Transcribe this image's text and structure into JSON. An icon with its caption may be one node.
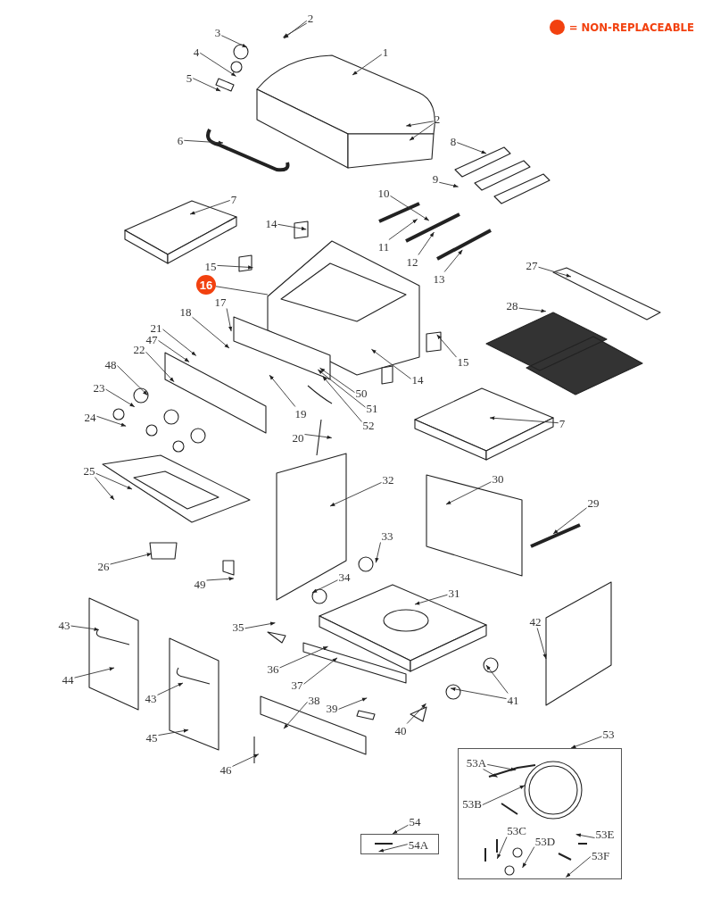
{
  "diagram": {
    "nodes": [
      {
        "text": [
          "2"
        ]
      },
      {
        "text": [
          "3"
        ]
      },
      {
        "text": [
          "1"
        ]
      },
      {
        "text": [
          "4"
        ]
      },
      {
        "text": [
          "5"
        ]
      },
      {
        "text": [
          "2"
        ]
      },
      {
        "text": [
          "6"
        ]
      },
      {
        "text": [
          "8"
        ]
      },
      {
        "text": [
          "9"
        ]
      },
      {
        "text": [
          "10"
        ]
      },
      {
        "text": [
          "7"
        ]
      },
      {
        "text": [
          "14"
        ]
      },
      {
        "text": [
          "11"
        ]
      },
      {
        "text": [
          "12"
        ]
      },
      {
        "text": [
          "27"
        ]
      },
      {
        "text": [
          "15"
        ]
      },
      {
        "text": [
          "13"
        ]
      },
      {
        "text": [
          "16"
        ]
      },
      {
        "text": [
          "17"
        ]
      },
      {
        "text": [
          "28"
        ]
      },
      {
        "text": [
          "18"
        ]
      },
      {
        "text": [
          "21"
        ]
      },
      {
        "text": [
          "47"
        ]
      },
      {
        "text": [
          "15"
        ]
      },
      {
        "text": [
          "22"
        ]
      },
      {
        "text": [
          "48"
        ]
      },
      {
        "text": [
          "14"
        ]
      },
      {
        "text": [
          "23"
        ]
      },
      {
        "text": [
          "50"
        ]
      },
      {
        "text": [
          "19"
        ]
      },
      {
        "text": [
          "51"
        ]
      },
      {
        "text": [
          "24"
        ]
      },
      {
        "text": [
          "52"
        ]
      },
      {
        "text": [
          "7"
        ]
      },
      {
        "text": [
          "20"
        ]
      },
      {
        "text": [
          "25"
        ]
      },
      {
        "text": [
          "32"
        ]
      },
      {
        "text": [
          "30"
        ]
      },
      {
        "text": [
          "29"
        ]
      },
      {
        "text": [
          "33"
        ]
      },
      {
        "text": [
          "26"
        ]
      },
      {
        "text": [
          "34"
        ]
      },
      {
        "text": [
          "49"
        ]
      },
      {
        "text": [
          "31"
        ]
      },
      {
        "text": [
          "42"
        ]
      },
      {
        "text": [
          "43"
        ]
      },
      {
        "text": [
          "35"
        ]
      },
      {
        "text": [
          "36"
        ]
      },
      {
        "text": [
          "44"
        ]
      },
      {
        "text": [
          "41"
        ]
      },
      {
        "text": [
          "43"
        ]
      },
      {
        "text": [
          "37"
        ]
      },
      {
        "text": [
          "38"
        ]
      },
      {
        "text": [
          "39"
        ]
      },
      {
        "text": [
          "40"
        ]
      },
      {
        "text": [
          "45"
        ]
      },
      {
        "text": [
          "53"
        ]
      },
      {
        "text": [
          "46"
        ]
      },
      {
        "text": [],
        "shape": "box"
      },
      {
        "text": [
          "53A"
        ],
        "in": 58
      },
      {
        "text": [
          "53B"
        ],
        "in": 58
      },
      {
        "text": [
          "53C"
        ],
        "in": 58
      },
      {
        "text": [
          "53D"
        ],
        "in": 58
      },
      {
        "text": [
          "53E"
        ],
        "in": 58
      },
      {
        "text": [
          "53F"
        ],
        "in": 58
      },
      {
        "text": [
          "54"
        ]
      },
      {
        "text": [],
        "shape": "box"
      },
      {
        "text": [
          "54A"
        ],
        "in": 66
      }
    ],
    "edges": [
      {
        "from": 0,
        "to": null,
        "arrow": "to"
      },
      {
        "from": 0,
        "to": null,
        "arrow": "to"
      },
      {
        "from": 1,
        "to": null,
        "arrow": "to"
      },
      {
        "from": 2,
        "to": null,
        "arrow": "to"
      },
      {
        "from": 3,
        "to": null,
        "arrow": "to"
      },
      {
        "from": 4,
        "to": null,
        "arrow": "to"
      },
      {
        "from": 5,
        "to": null,
        "arrow": "to"
      },
      {
        "from": 5,
        "to": null,
        "arrow": "to"
      },
      {
        "from": 6,
        "to": null,
        "arrow": "to"
      },
      {
        "from": 7,
        "to": null,
        "arrow": "to"
      },
      {
        "from": 8,
        "to": null,
        "arrow": "to"
      },
      {
        "from": 9,
        "to": null,
        "arrow": "to"
      },
      {
        "from": 10,
        "to": null,
        "arrow": "to"
      },
      {
        "from": 11,
        "to": null,
        "arrow": "to"
      },
      {
        "from": 12,
        "to": null,
        "arrow": "to"
      },
      {
        "from": 13,
        "to": null,
        "arrow": "to"
      },
      {
        "from": 14,
        "to": null,
        "arrow": "to"
      },
      {
        "from": 15,
        "to": null,
        "arrow": "to"
      },
      {
        "from": 16,
        "to": null,
        "arrow": "to"
      },
      {
        "from": 17,
        "to": null,
        "arrow": "none"
      },
      {
        "from": 18,
        "to": null,
        "arrow": "to"
      },
      {
        "from": 19,
        "to": null,
        "arrow": "to"
      },
      {
        "from": 20,
        "to": null,
        "arrow": "to"
      },
      {
        "from": 21,
        "to": null,
        "arrow": "to"
      },
      {
        "from": 22,
        "to": null,
        "arrow": "to"
      },
      {
        "from": 23,
        "to": null,
        "arrow": "to"
      },
      {
        "from": 24,
        "to": null,
        "arrow": "to"
      },
      {
        "from": 25,
        "to": null,
        "arrow": "to"
      },
      {
        "from": 26,
        "to": null,
        "arrow": "to"
      },
      {
        "from": 27,
        "to": null,
        "arrow": "to"
      },
      {
        "from": 28,
        "to": null,
        "arrow": "to"
      },
      {
        "from": 29,
        "to": null,
        "arrow": "to"
      },
      {
        "from": 30,
        "to": null,
        "arrow": "to"
      },
      {
        "from": 31,
        "to": null,
        "arrow": "to"
      },
      {
        "from": 32,
        "to": null,
        "arrow": "to"
      },
      {
        "from": 33,
        "to": null,
        "arrow": "to"
      },
      {
        "from": 34,
        "to": null,
        "arrow": "to"
      },
      {
        "from": 35,
        "to": null,
        "arrow": "to"
      },
      {
        "from": 35,
        "to": null,
        "arrow": "to"
      },
      {
        "from": 36,
        "to": null,
        "arrow": "to"
      },
      {
        "from": 37,
        "to": null,
        "arrow": "to"
      },
      {
        "from": 38,
        "to": null,
        "arrow": "to"
      },
      {
        "from": 39,
        "to": null,
        "arrow": "to"
      },
      {
        "from": 40,
        "to": null,
        "arrow": "to"
      },
      {
        "from": 41,
        "to": null,
        "arrow": "to"
      },
      {
        "from": 42,
        "to": null,
        "arrow": "to"
      },
      {
        "from": 43,
        "to": null,
        "arrow": "to"
      },
      {
        "from": 44,
        "to": null,
        "arrow": "to"
      },
      {
        "from": 45,
        "to": null,
        "arrow": "to"
      },
      {
        "from": 46,
        "to": null,
        "arrow": "to"
      },
      {
        "from": 47,
        "to": null,
        "arrow": "to"
      },
      {
        "from": 48,
        "to": null,
        "arrow": "to"
      },
      {
        "from": 49,
        "to": null,
        "arrow": "to"
      },
      {
        "from": 49,
        "to": null,
        "arrow": "to"
      },
      {
        "from": 50,
        "to": null,
        "arrow": "to"
      },
      {
        "from": 51,
        "to": null,
        "arrow": "to"
      },
      {
        "from": 52,
        "to": null,
        "arrow": "to"
      },
      {
        "from": 53,
        "to": null,
        "arrow": "to"
      },
      {
        "from": 54,
        "to": null,
        "arrow": "to"
      },
      {
        "from": 55,
        "to": null,
        "arrow": "to"
      },
      {
        "from": 56,
        "to": 58,
        "arrow": "to"
      },
      {
        "from": 57,
        "to": null,
        "arrow": "to"
      },
      {
        "from": 59,
        "to": null,
        "arrow": "to"
      },
      {
        "from": 59,
        "to": null,
        "arrow": "to"
      },
      {
        "from": 60,
        "to": null,
        "arrow": "to"
      },
      {
        "from": 61,
        "to": null,
        "arrow": "to"
      },
      {
        "from": 62,
        "to": null,
        "arrow": "to"
      },
      {
        "from": 63,
        "to": null,
        "arrow": "to"
      },
      {
        "from": 64,
        "to": null,
        "arrow": "to"
      },
      {
        "from": 65,
        "to": 66,
        "arrow": "to"
      },
      {
        "from": 67,
        "to": null,
        "arrow": "to"
      }
    ],
    "legend": [
      {
        "text": "= NON-REPLACEABLE",
        "color": "#f2410f"
      }
    ]
  }
}
